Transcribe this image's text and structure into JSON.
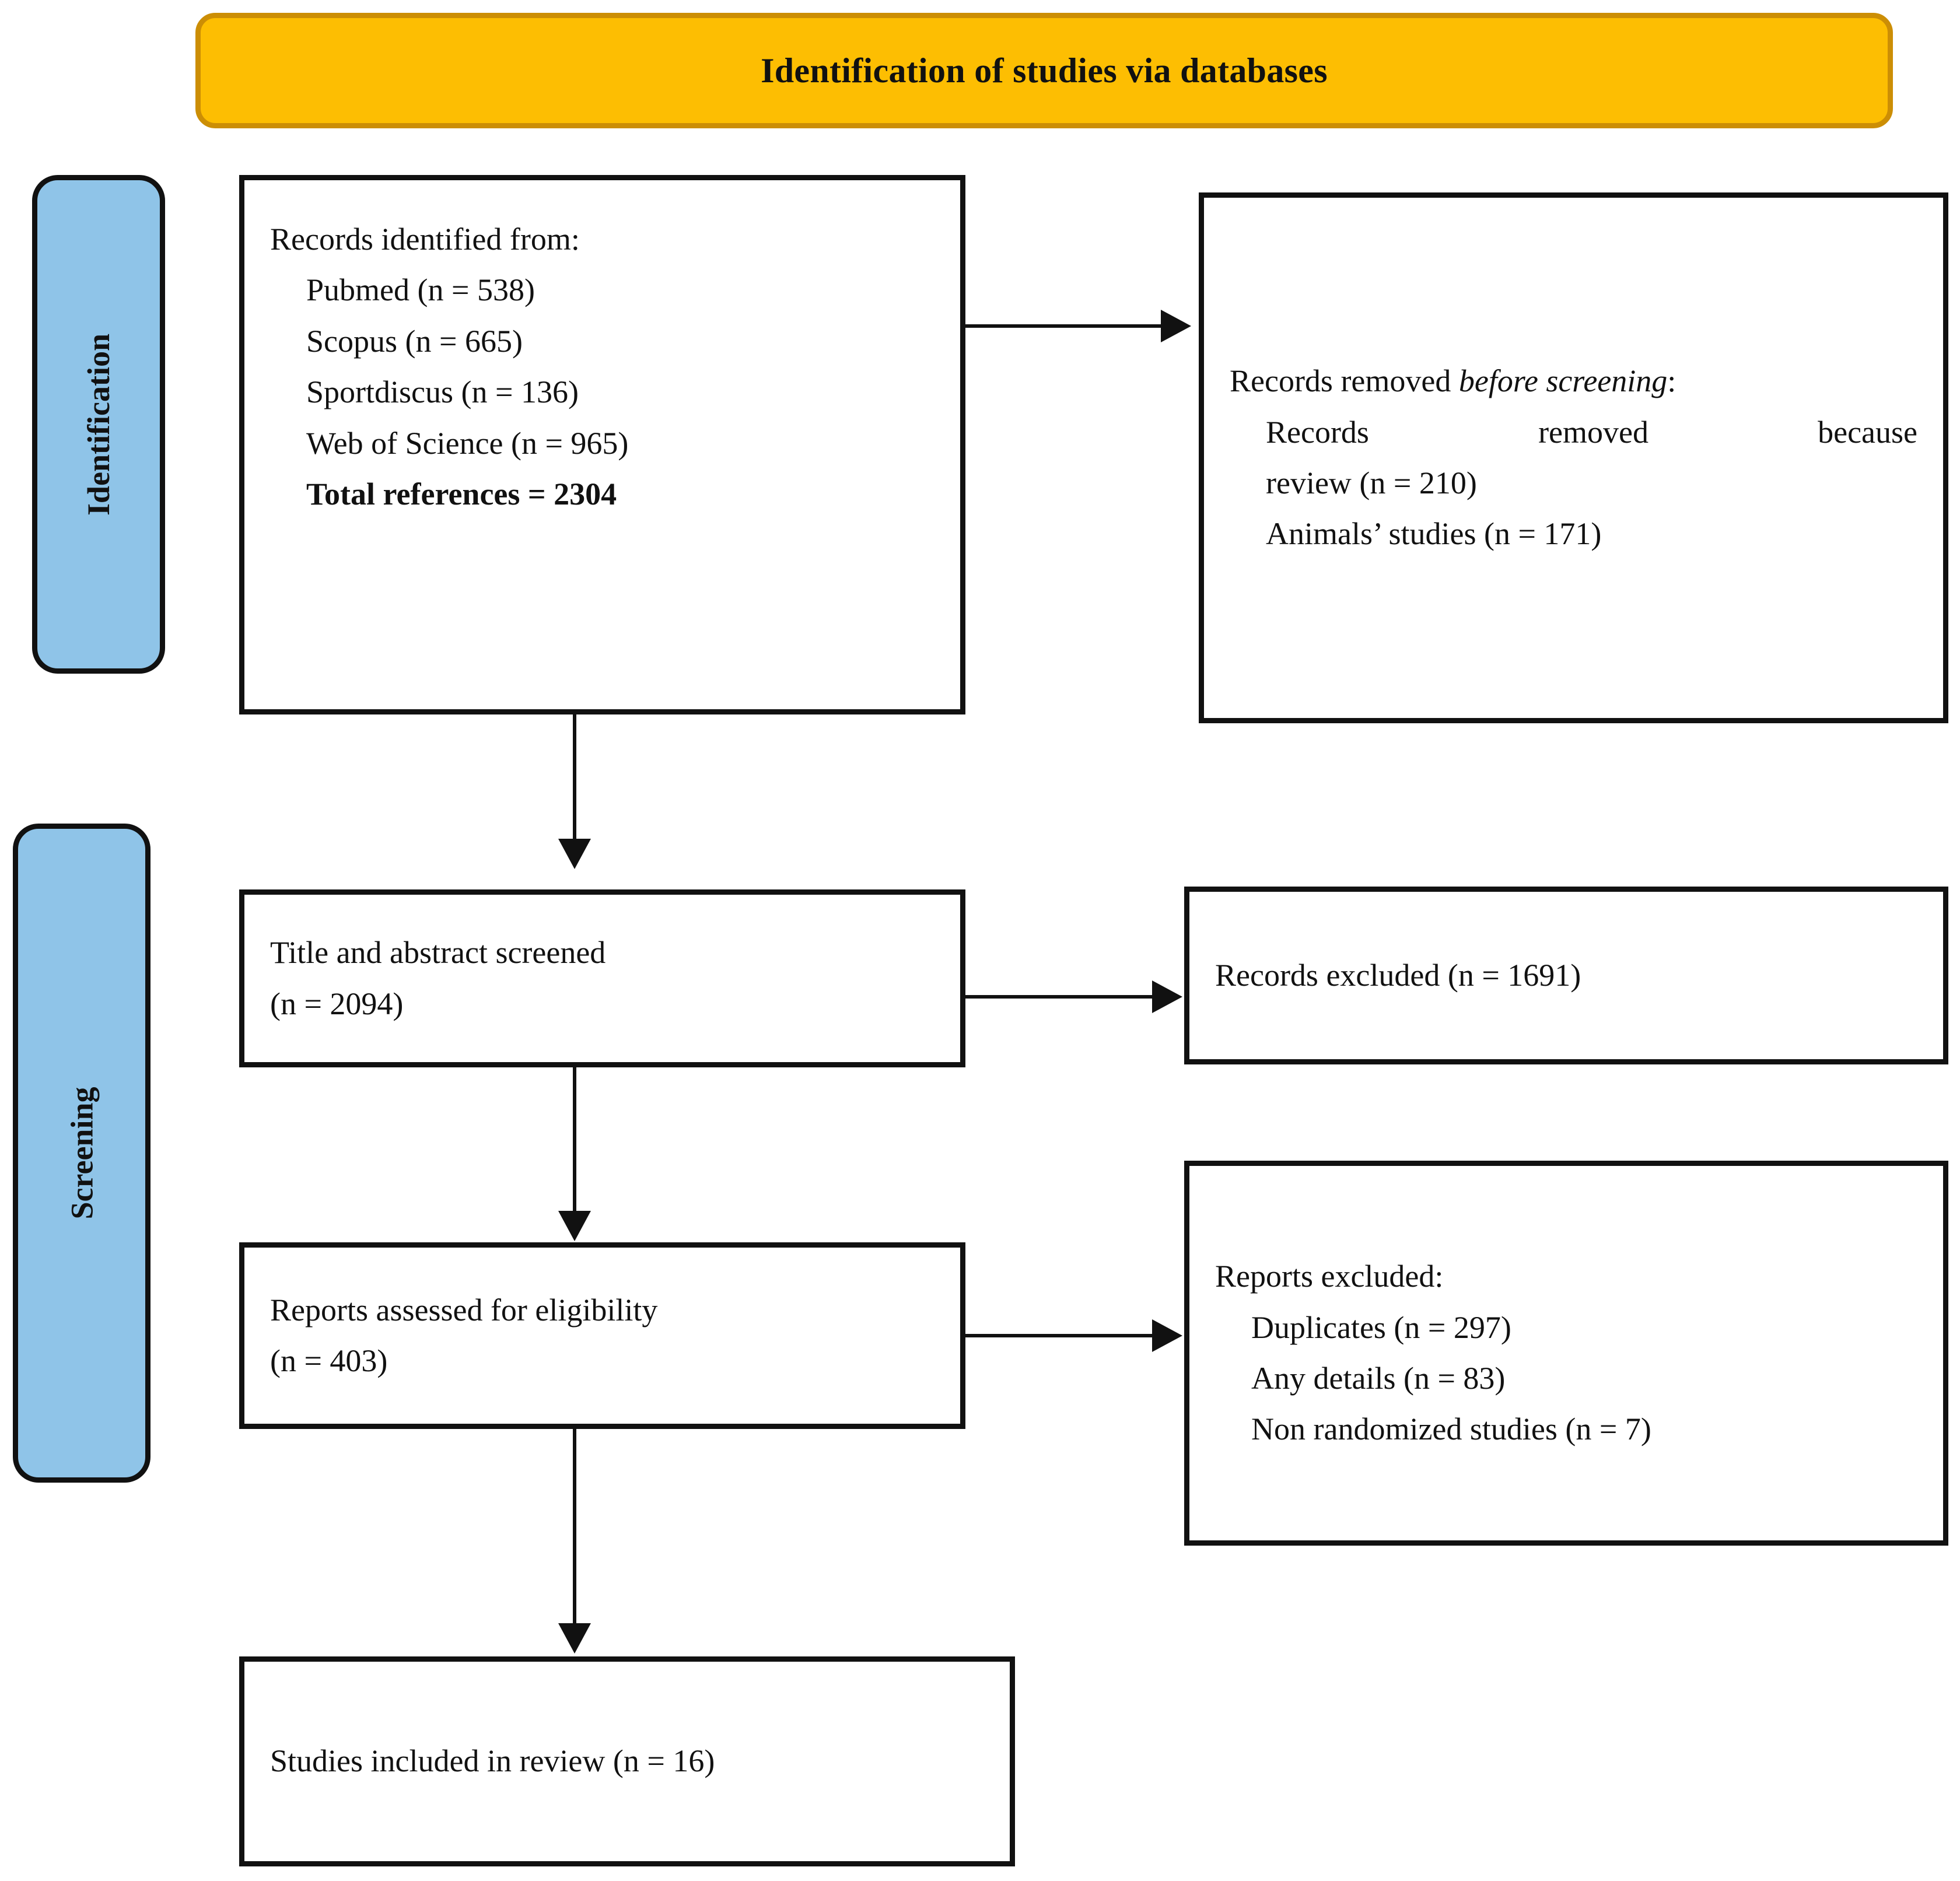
{
  "banner": {
    "title": "Identification of studies via databases",
    "fill_color": "#FDBE02",
    "border_color": "#CC8E05"
  },
  "stages": [
    {
      "id": "identification",
      "label": "Identification",
      "fill_color": "#8FC4E8"
    },
    {
      "id": "screening",
      "label": "Screening",
      "fill_color": "#8FC4E8"
    }
  ],
  "boxes": {
    "identified": {
      "heading": "Records identified from:",
      "items": [
        "Pubmed (n = 538)",
        "Scopus (n = 665)",
        "Sportdiscus (n = 136)",
        "Web of Science (n = 965)"
      ],
      "total": "Total references = 2304"
    },
    "removed_before": {
      "heading_prefix": "Records removed ",
      "heading_italic": "before screening",
      "heading_suffix": ":",
      "reason_line1": "Records removed because",
      "reason_line2": "review (n = 210)",
      "reason_line3": "Animals’ studies (n = 171)"
    },
    "screened": {
      "line1": "Title and abstract screened",
      "line2": "(n = 2094)"
    },
    "records_excluded": {
      "line1": "Records excluded (n = 1691)"
    },
    "eligibility": {
      "line1": "Reports assessed for eligibility",
      "line2": "(n = 403)"
    },
    "reports_excluded": {
      "heading": "Reports excluded:",
      "items": [
        "Duplicates (n = 297)",
        "Any details (n = 83)",
        "Non randomized studies (n = 7)"
      ]
    },
    "included": {
      "line1": "Studies included in review (n = 16)"
    }
  },
  "chart_data": {
    "type": "diagram",
    "title": "Identification of studies via databases",
    "flow": [
      {
        "node": "Records identified from databases",
        "n": 2304,
        "sources": [
          {
            "name": "Pubmed",
            "n": 538
          },
          {
            "name": "Scopus",
            "n": 665
          },
          {
            "name": "Sportdiscus",
            "n": 136
          },
          {
            "name": "Web of Science",
            "n": 965
          }
        ]
      },
      {
        "node": "Records removed before screening",
        "reasons": [
          {
            "name": "Review",
            "n": 210
          },
          {
            "name": "Animals' studies",
            "n": 171
          }
        ]
      },
      {
        "node": "Title and abstract screened",
        "n": 2094
      },
      {
        "node": "Records excluded",
        "n": 1691
      },
      {
        "node": "Reports assessed for eligibility",
        "n": 403
      },
      {
        "node": "Reports excluded",
        "reasons": [
          {
            "name": "Duplicates",
            "n": 297
          },
          {
            "name": "Any details",
            "n": 83
          },
          {
            "name": "Non randomized studies",
            "n": 7
          }
        ]
      },
      {
        "node": "Studies included in review",
        "n": 16
      }
    ]
  }
}
